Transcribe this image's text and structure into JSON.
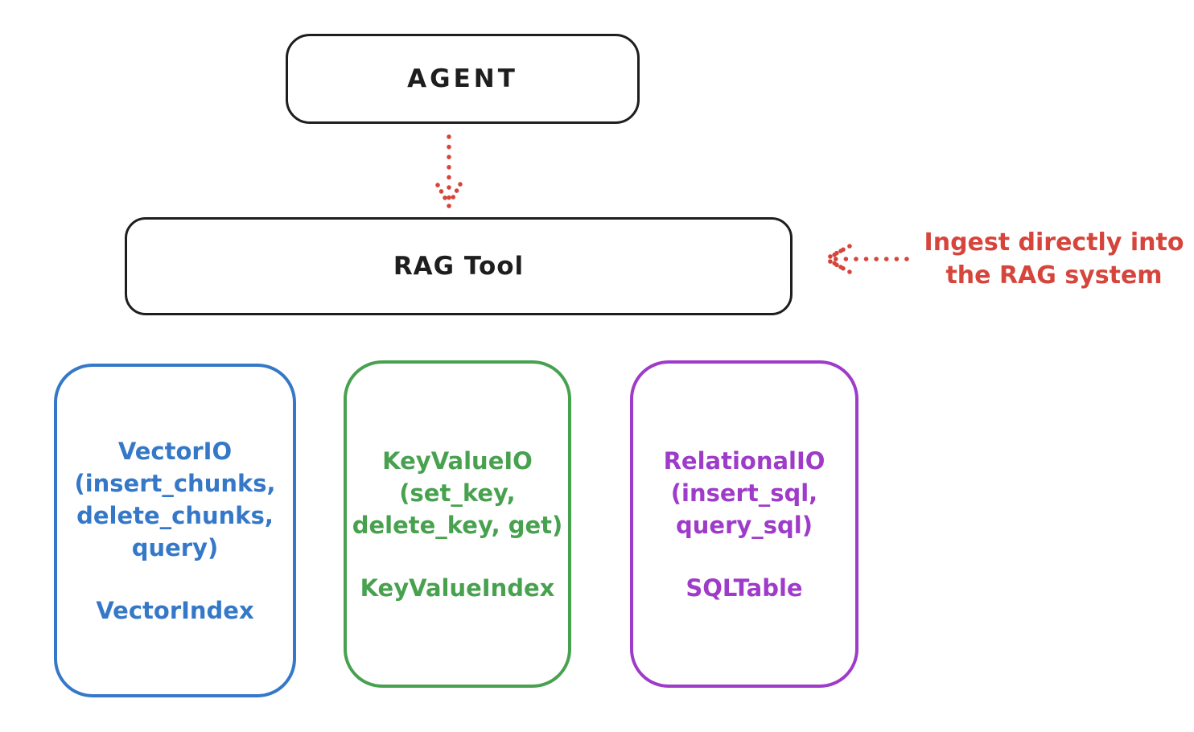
{
  "colors": {
    "bg": "#ffffff",
    "ink": "#1e1e1e",
    "red": "#d6453c",
    "blue": "#3578c8",
    "green": "#47a14e",
    "purple": "#9e3bc9"
  },
  "nodes": {
    "agent": {
      "label": "AGENT"
    },
    "rag_tool": {
      "label": "RAG Tool"
    },
    "vector_io": {
      "lines": [
        "VectorIO",
        "(insert_chunks,",
        "delete_chunks,",
        "query)"
      ],
      "index_label": "VectorIndex",
      "accent": "#3578c8"
    },
    "key_value_io": {
      "lines": [
        "KeyValueIO",
        "(set_key,",
        "delete_key, get)"
      ],
      "index_label": "KeyValueIndex",
      "accent": "#47a14e"
    },
    "relational_io": {
      "lines": [
        "RelationalIO",
        "(insert_sql,",
        "query_sql)"
      ],
      "index_label": "SQLTable",
      "accent": "#9e3bc9"
    }
  },
  "annotation": {
    "lines": [
      "Ingest directly into",
      "the RAG system"
    ],
    "color": "#d6453c"
  },
  "connectors": [
    {
      "name": "agent-to-rag-tool",
      "style": "dotted",
      "color": "#d6453c",
      "direction": "down"
    },
    {
      "name": "ingest-into-rag-tool",
      "style": "dotted",
      "color": "#d6453c",
      "direction": "left"
    }
  ]
}
